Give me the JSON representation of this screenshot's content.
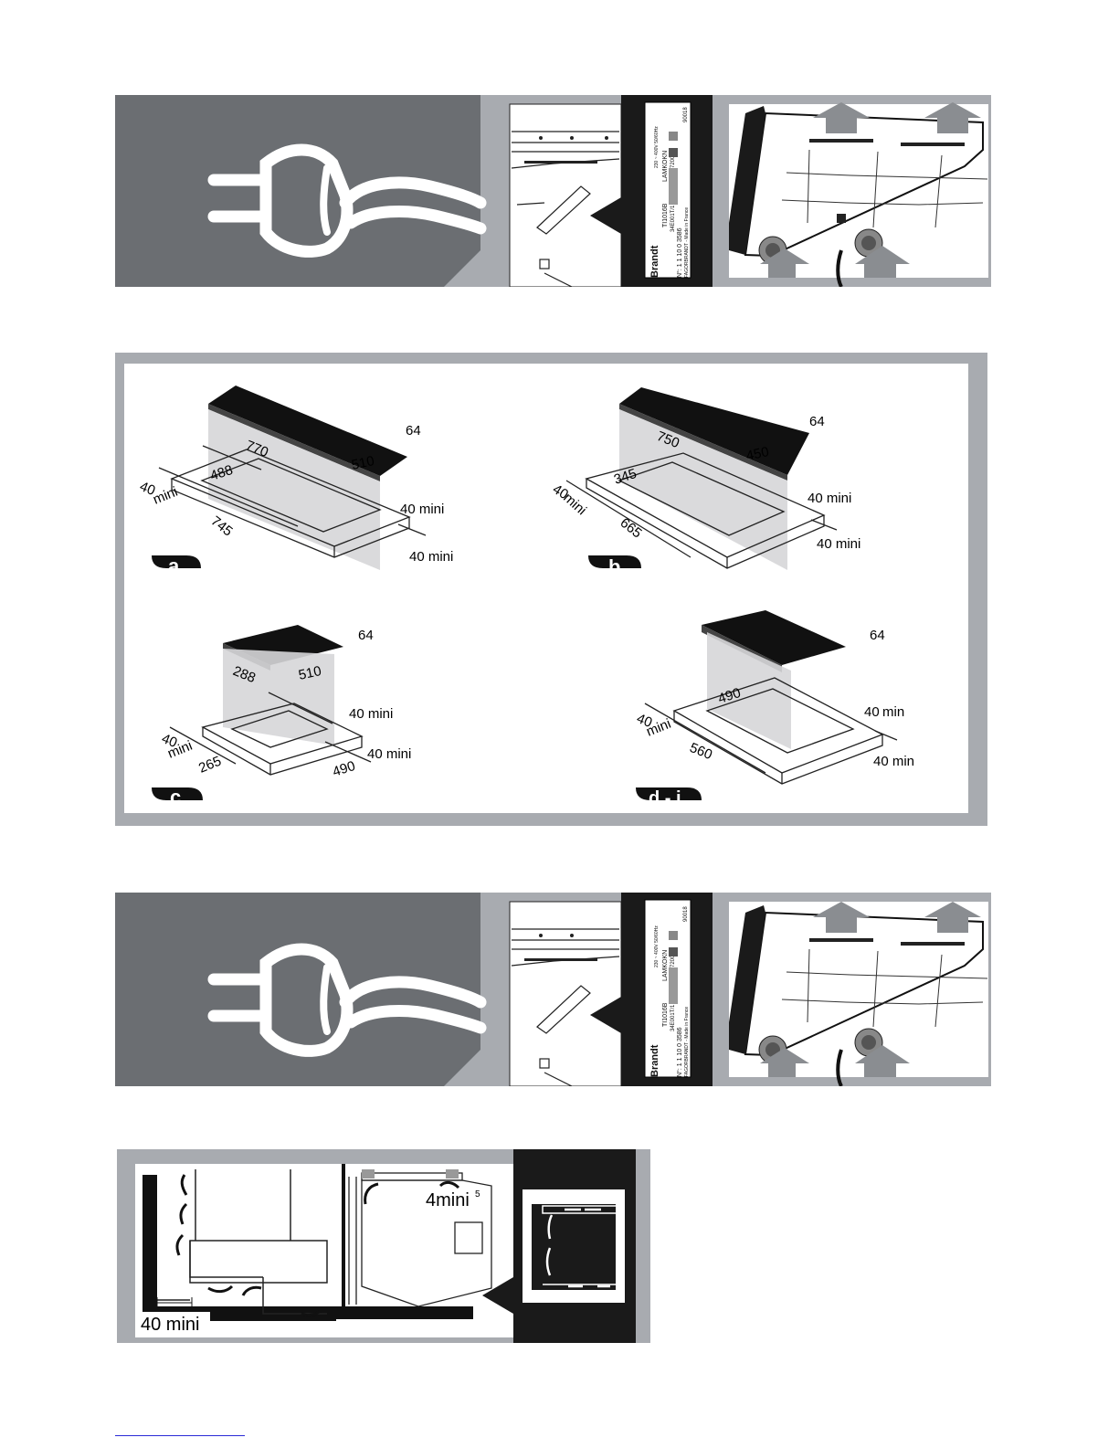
{
  "panel1": {
    "rating_plate": {
      "brand": "Brandt",
      "row1": "TI1016B",
      "row2": "LAMKOKN",
      "row3": "7200 W",
      "row4": "34E001T/1",
      "row5": "230 ~ 400V 50/60Hz",
      "serial": "N°: 1 1 10 0 3586",
      "company": "FAGORBRANDT - Made in France",
      "code": "90018"
    }
  },
  "panel2": {
    "cutouts": [
      {
        "label": "a",
        "height": "64",
        "width": "770",
        "depth": "510",
        "cut_depth": "488",
        "cut_width": "745",
        "clearance_left": "40",
        "clearance_left_unit": "mini",
        "clearance_back": "40 mini",
        "clearance_front": "40 mini"
      },
      {
        "label": "b",
        "height": "64",
        "width": "750",
        "depth": "450",
        "cut_depth": "345",
        "cut_width": "665",
        "clearance_left": "40",
        "clearance_left_unit": "mini",
        "clearance_back": "40 mini",
        "clearance_front": "40 mini"
      },
      {
        "label": "c",
        "height": "64",
        "width": "288",
        "depth": "510",
        "cut_depth": "490",
        "cut_width": "265",
        "clearance_left": "40",
        "clearance_left_unit": "mini",
        "clearance_back": "40 mini",
        "clearance_front": "40 mini"
      },
      {
        "label": "d - j",
        "height": "64",
        "cut_depth": "490",
        "cut_width": "560",
        "clearance_left": "40",
        "clearance_left_unit": "mini",
        "clearance_back_num": "40",
        "clearance_back_unit": "min",
        "clearance_front": "40 min"
      }
    ]
  },
  "panel3": {
    "rating_plate": {
      "brand": "Brandt",
      "row1": "TI1016B",
      "row2": "LAMKOKN",
      "row3": "7200 W",
      "row4": "34E001T/1",
      "row5": "230 ~ 400V 50/60Hz",
      "serial": "N°: 1 1 10 0 3586",
      "company": "FAGORBRANDT - Made in France",
      "code": "90018"
    }
  },
  "panel4": {
    "clearance_bottom": "40 mini",
    "clearance_top": "4mini",
    "clearance_top_suffix": "5"
  },
  "colors": {
    "frame_grey": "#a8abb0",
    "plug_panel": "#6b6e72",
    "dark_glass": "#1a1a1a",
    "shade": "#d6d6d8",
    "link_line": "#2a2ad6"
  }
}
